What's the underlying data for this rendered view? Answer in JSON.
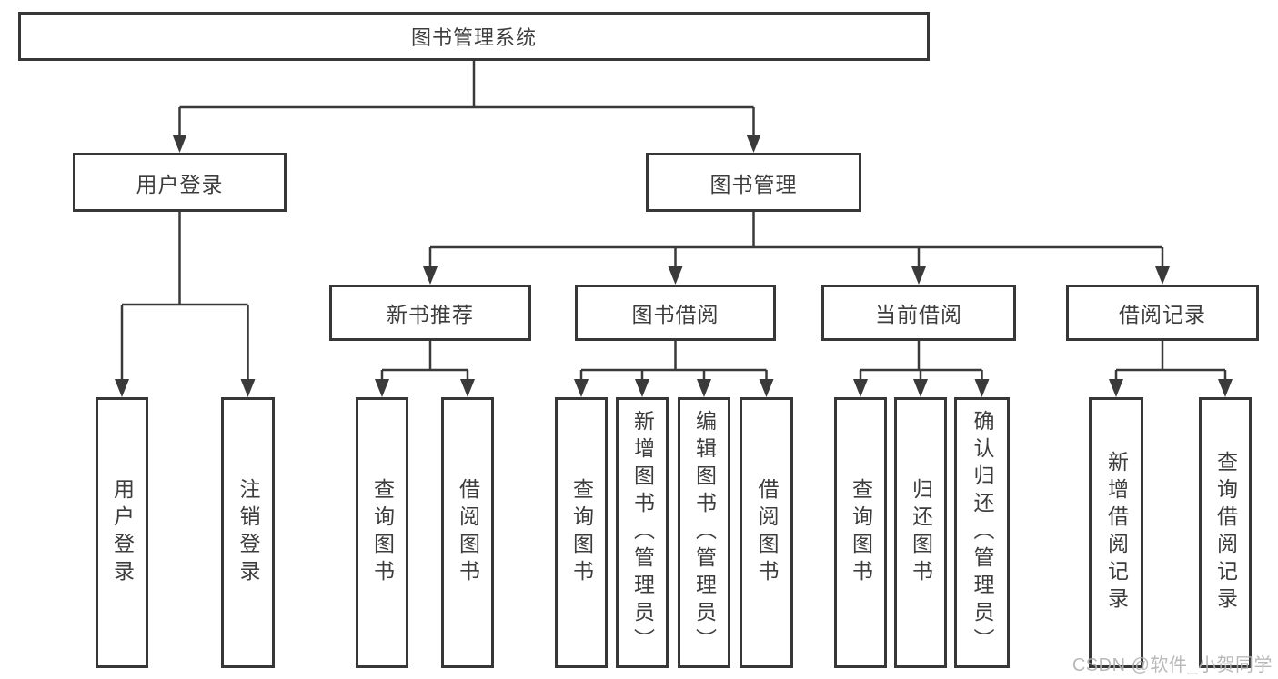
{
  "diagram": {
    "root": {
      "label": "图书管理系统"
    },
    "user_login": {
      "label": "用户登录",
      "children": [
        {
          "label": "用户登录"
        },
        {
          "label": "注销登录"
        }
      ]
    },
    "book_management": {
      "label": "图书管理",
      "sections": {
        "new_book_recommend": {
          "label": "新书推荐",
          "children": [
            {
              "label": "查询图书"
            },
            {
              "label": "借阅图书"
            }
          ]
        },
        "book_borrow": {
          "label": "图书借阅",
          "children": [
            {
              "label": "查询图书"
            },
            {
              "label": "新增图书（管理员）"
            },
            {
              "label": "编辑图书（管理员）"
            },
            {
              "label": "借阅图书"
            }
          ]
        },
        "current_borrow": {
          "label": "当前借阅",
          "children": [
            {
              "label": "查询图书"
            },
            {
              "label": "归还图书"
            },
            {
              "label": "确认归还（管理员）"
            }
          ]
        },
        "borrow_records": {
          "label": "借阅记录",
          "children": [
            {
              "label": "新增借阅记录"
            },
            {
              "label": "查询借阅记录"
            }
          ]
        }
      }
    },
    "colors": {
      "line": "#3a3a3a",
      "box_border": "#373737",
      "box_background": "#ffffff",
      "text": "#3d3d3d",
      "watermark_text": "#b2b2b2"
    }
  },
  "watermark": {
    "text": "CSDN @软件_小贺同学"
  }
}
